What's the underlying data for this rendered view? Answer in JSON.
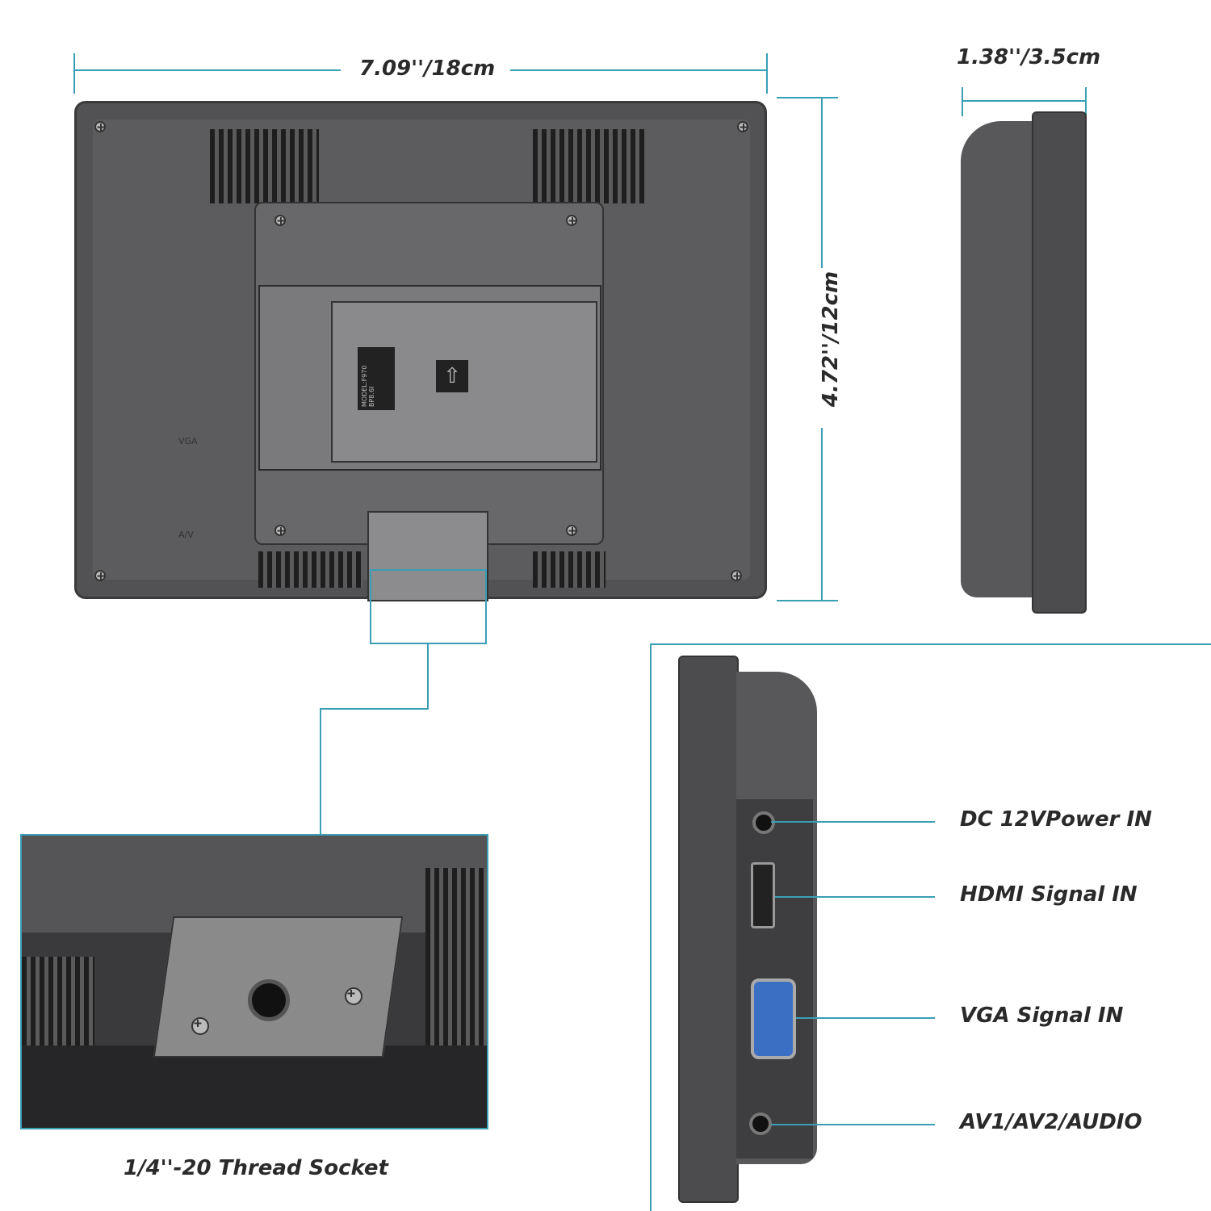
{
  "dimensions": {
    "width": "7.09''/18cm",
    "height": "4.72''/12cm",
    "depth": "1.38''/3.5cm"
  },
  "back_view": {
    "port_labels": [
      "VGA",
      "A/V"
    ],
    "plate_label": {
      "model": "MODEL:F970",
      "type": "BP8.6I"
    }
  },
  "detail": {
    "caption": "1/4''-20 Thread Socket"
  },
  "ports": [
    {
      "label": "DC 12VPower IN"
    },
    {
      "label": "HDMI Signal IN"
    },
    {
      "label": "VGA Signal IN"
    },
    {
      "label": "AV1/AV2/AUDIO"
    }
  ],
  "colors": {
    "accent": "#3a9fb5",
    "device": "#4f4f51",
    "text": "#2a2a2a"
  }
}
